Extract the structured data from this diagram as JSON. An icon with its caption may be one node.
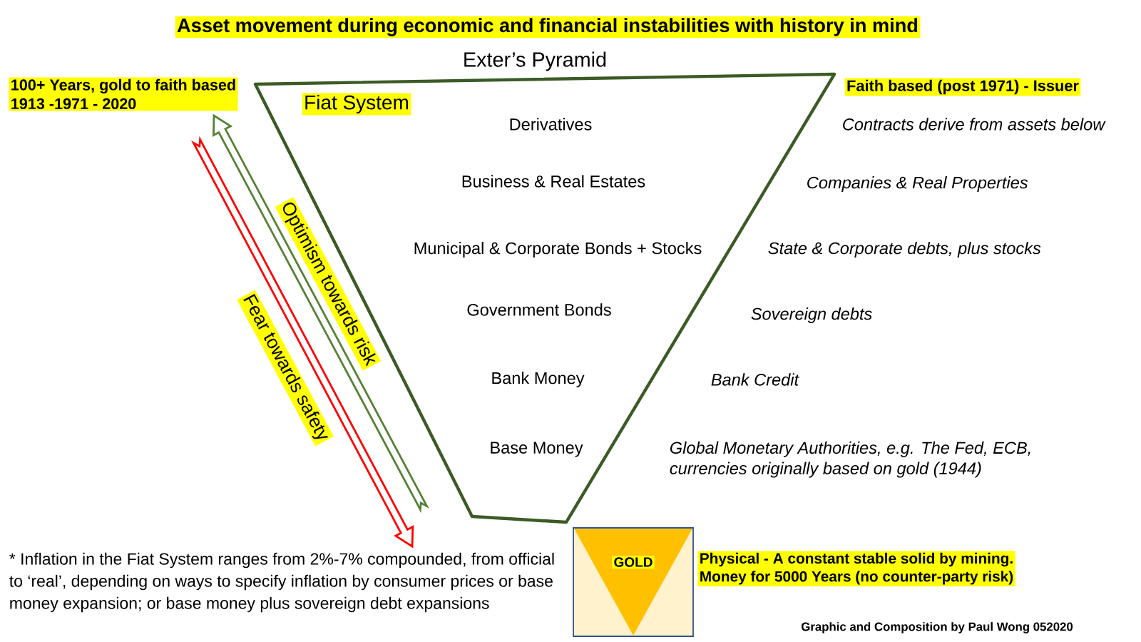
{
  "diagram": {
    "title": "Asset movement during economic and financial instabilities with history in mind",
    "nodes": [
      {
        "text": [
          "Exter’s Pyramid",
          "Fiat System",
          "Derivatives",
          "Business & Real Estates",
          "Municipal & Corporate Bonds + Stocks",
          "Government Bonds",
          "Bank Money",
          "Base Money"
        ]
      },
      {
        "text": [
          "GOLD"
        ],
        "beside": [
          "Physical - A constant stable solid by mining. Money for 5000 Years (no counter-party risk)"
        ]
      }
    ],
    "labels": [
      "100+ Years, gold to faith based 1913 -1971 - 2020",
      "Faith based (post 1971) - Issuer",
      "Contracts derive from assets below",
      "Companies & Real Properties",
      "State & Corporate debts, plus stocks",
      "Sovereign debts",
      "Bank Credit",
      "Global Monetary Authorities, e.g. The Fed, ECB, currencies originally based on gold (1944)",
      "Optimism towards risk",
      "Fear towards safety",
      "* Inflation in the Fiat System ranges from 2%-7% compounded, from official to ‘real’, depending on ways to specify inflation by consumer prices or base money expansion; or base money plus sovereign debt expansions",
      "Graphic and Composition by Paul Wong 052020"
    ]
  }
}
